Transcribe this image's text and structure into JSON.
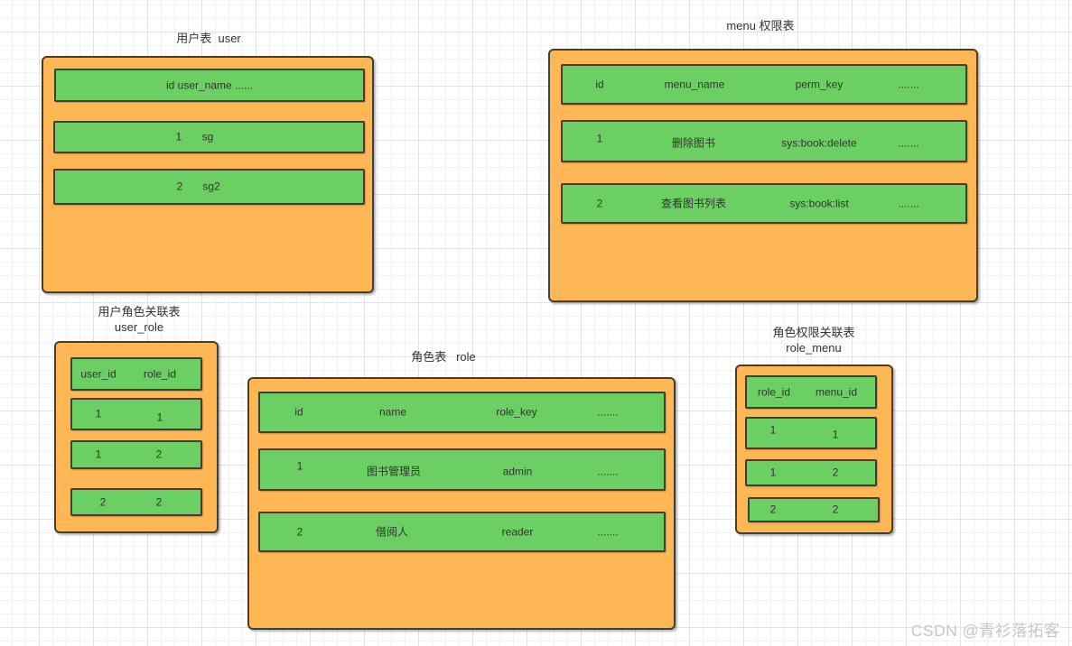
{
  "colors": {
    "canvas_bg": "#ffffff",
    "grid_minor": "#f2f2f2",
    "grid_major": "#e3e3e3",
    "table_fill": "#FFB655",
    "row_fill": "#6CCF63",
    "stroke": "#413E33",
    "text": "#333333",
    "watermark_text": "#c6c6c6"
  },
  "tables": {
    "user": {
      "title": "用户表  user",
      "header": "id user_name ......",
      "rows": [
        {
          "id": "1",
          "name": "sg"
        },
        {
          "id": "2",
          "name": "sg2"
        }
      ]
    },
    "menu": {
      "title": "menu 权限表",
      "header": {
        "c1": "id",
        "c2": "menu_name",
        "c3": "perm_key",
        "c4": "......."
      },
      "rows": [
        {
          "c1": "1",
          "c2": "删除图书",
          "c3": "sys:book:delete",
          "c4": "......."
        },
        {
          "c1": "2",
          "c2": "查看图书列表",
          "c3": "sys:book:list",
          "c4": "......."
        }
      ]
    },
    "user_role": {
      "title1": "用户角色关联表",
      "title2": "user_role",
      "header": {
        "c1": "user_id",
        "c2": "role_id"
      },
      "rows": [
        {
          "c1": "1",
          "c2": "1"
        },
        {
          "c1": "1",
          "c2": "2"
        },
        {
          "c1": "2",
          "c2": "2"
        }
      ]
    },
    "role": {
      "title": "角色表   role",
      "header": {
        "c1": "id",
        "c2": "name",
        "c3": "role_key",
        "c4": "......."
      },
      "rows": [
        {
          "c1": "1",
          "c2": "图书管理员",
          "c3": "admin",
          "c4": "......."
        },
        {
          "c1": "2",
          "c2": "借阅人",
          "c3": "reader",
          "c4": "......."
        }
      ]
    },
    "role_menu": {
      "title1": "角色权限关联表",
      "title2": "role_menu",
      "header": {
        "c1": "role_id",
        "c2": "menu_id"
      },
      "rows": [
        {
          "c1": "1",
          "c2": "1"
        },
        {
          "c1": "1",
          "c2": "2"
        },
        {
          "c1": "2",
          "c2": "2"
        }
      ]
    }
  },
  "watermark": {
    "text": "CSDN @青衫落拓客"
  }
}
